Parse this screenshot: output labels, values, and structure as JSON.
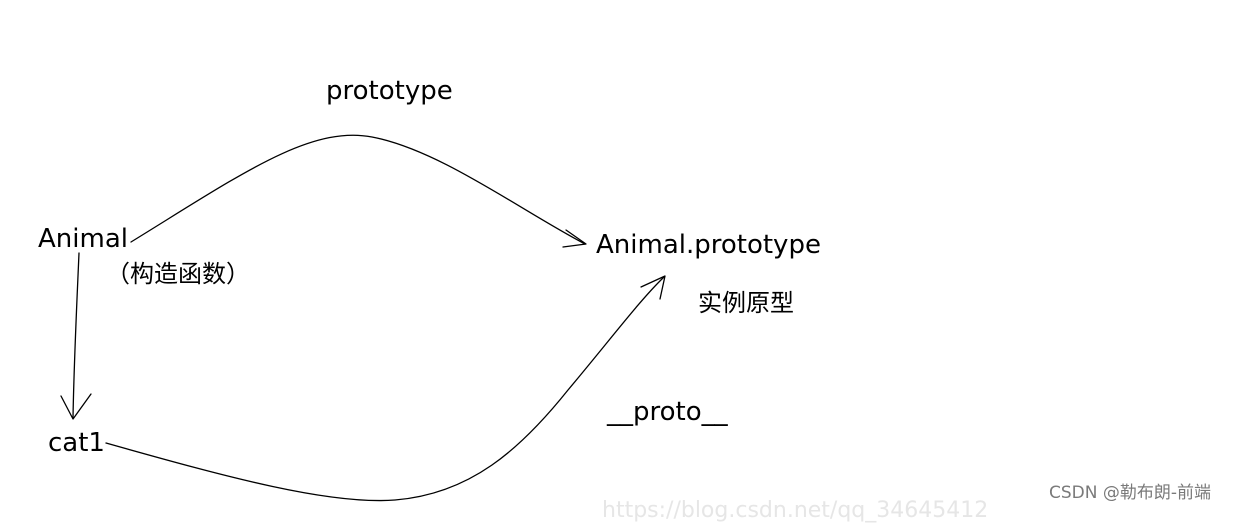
{
  "diagram": {
    "nodes": {
      "animal": "Animal",
      "animal_note": "（构造函数）",
      "animal_prototype": "Animal.prototype",
      "animal_prototype_note": "实例原型",
      "cat1": "cat1"
    },
    "edges": {
      "prototype_label": "prototype",
      "proto_label": "__proto__"
    }
  },
  "watermarks": {
    "faint_url": "https://blog.csdn.net/qq_34645412",
    "credit": "CSDN @勒布朗-前端"
  },
  "colors": {
    "ink": "#000000",
    "background": "#ffffff",
    "watermark": "#7a7a7a"
  }
}
